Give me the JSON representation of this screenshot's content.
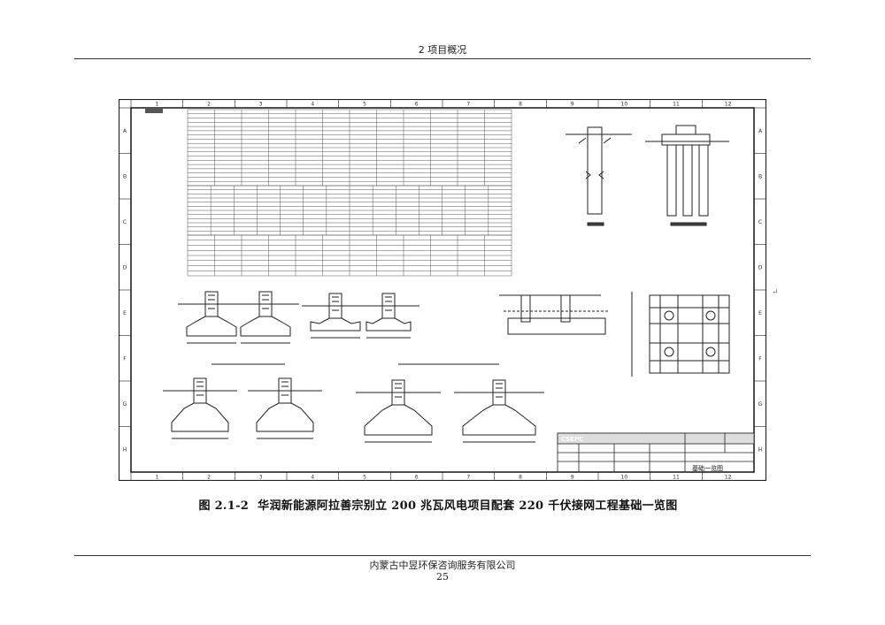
{
  "header": {
    "section_title": "2 项目概况"
  },
  "drawing": {
    "column_numbers": [
      "1",
      "2",
      "3",
      "4",
      "5",
      "6",
      "7",
      "8",
      "9",
      "10",
      "11",
      "12"
    ],
    "row_letters": [
      "A",
      "B",
      "C",
      "D",
      "E",
      "F",
      "G",
      "H"
    ],
    "title_block": {
      "logo": "CSEPC",
      "drawing_name": "基础一览图"
    }
  },
  "caption": {
    "figure_number": "图 2.1-2",
    "title": "华润新能源阿拉善宗别立 200 兆瓦风电项目配套 220 千伏接网工程基础一览图"
  },
  "footer": {
    "company": "内蒙古中昱环保咨询服务有限公司",
    "page_number": "25"
  }
}
